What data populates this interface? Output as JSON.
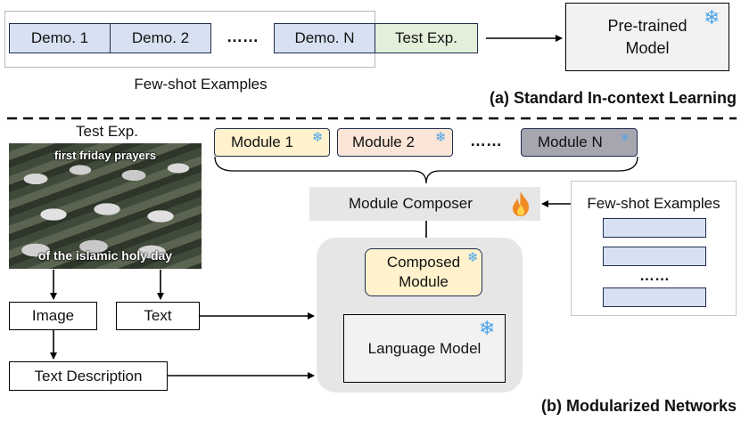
{
  "part_a": {
    "demos": [
      "Demo. 1",
      "Demo. 2",
      "Demo. N"
    ],
    "ellipsis": "……",
    "test_example": "Test Exp.",
    "few_shot_label": "Few-shot Examples",
    "model_label_line1": "Pre-trained",
    "model_label_line2": "Model",
    "caption": "(a) Standard In-context Learning"
  },
  "part_b": {
    "test_example_label": "Test Exp.",
    "meme_text_top": "first friday prayers",
    "meme_text_bottom": "of the islamic holy day",
    "modules": [
      "Module 1",
      "Module 2",
      "Module N"
    ],
    "modules_ellipsis": "……",
    "module_composer": "Module Composer",
    "composer_icon": "flame-icon",
    "frozen_icon": "snowflake-icon",
    "few_shot_label": "Few-shot Examples",
    "few_shot_ellipsis": "……",
    "image_label": "Image",
    "text_label": "Text",
    "text_description_label": "Text Description",
    "composed_module_line1": "Composed",
    "composed_module_line2": "Module",
    "language_model_label": "Language Model",
    "caption": "(b) Modularized Networks"
  },
  "colors": {
    "demo_fill": "#d7e1f1",
    "test_fill": "#e3efd9",
    "module1_fill": "#fff2cc",
    "module2_fill": "#fbe5d6",
    "moduleN_fill": "#a6a6b0",
    "composer_fill": "#e6e6e6",
    "model_fill": "#f2f2f2",
    "snowflake": "#4aa3e8",
    "flame": "#f08a24"
  }
}
